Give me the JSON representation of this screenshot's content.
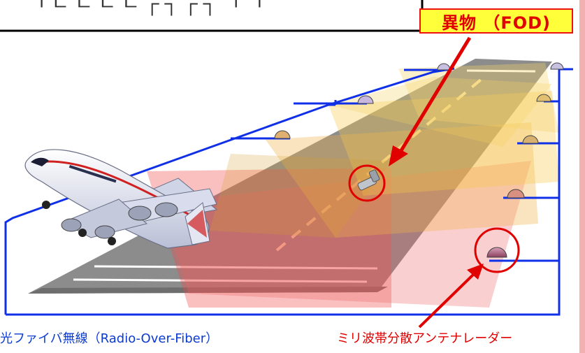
{
  "fod_label": "異物 （FOD)",
  "caption_rof": "光ファイバ無線（Radio-Over-Fiber）",
  "caption_radar": "ミリ波帯分散アンテナレーダー",
  "colors": {
    "fiber": "#1030e8",
    "label_bg": "#ffff3a",
    "label_text": "#e00000",
    "runway": "#8a8a8a",
    "beam_red": "#f04a4a",
    "beam_yellow": "#f5c84a"
  },
  "icons": [
    "airplane-icon",
    "bolt-fod-icon",
    "radar-dome-icon"
  ]
}
